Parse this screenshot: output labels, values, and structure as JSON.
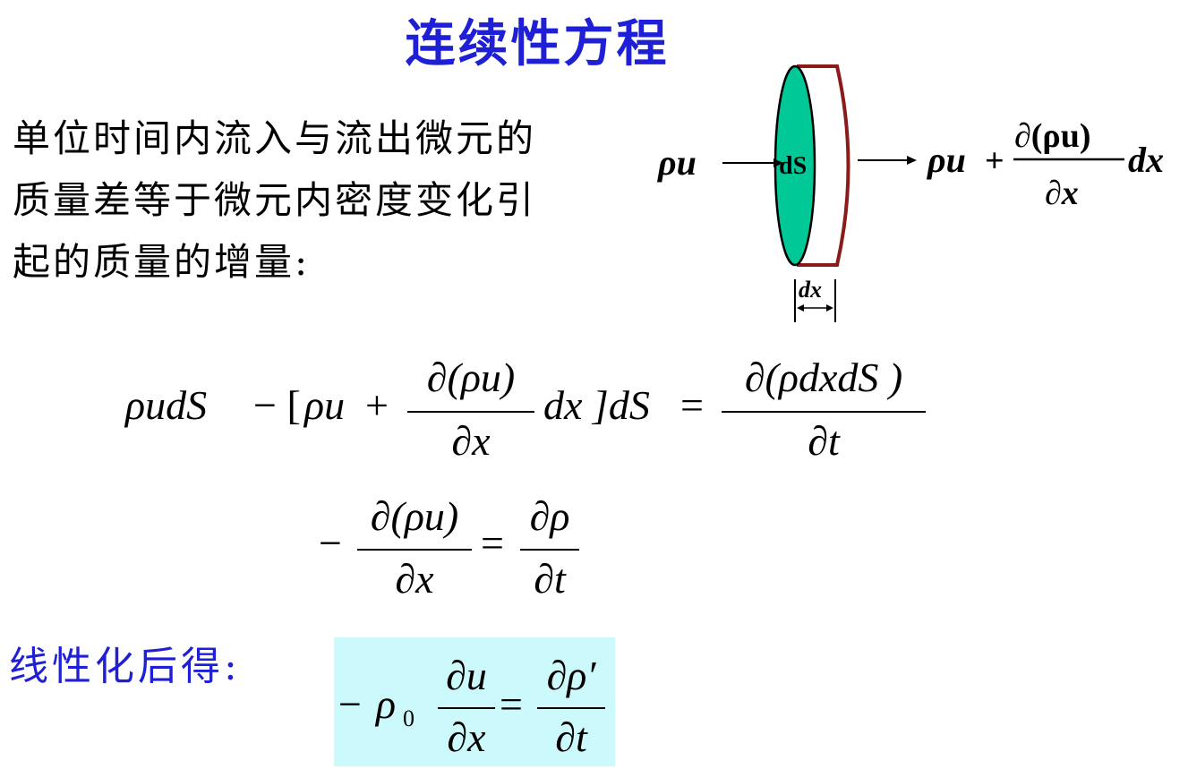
{
  "slide": {
    "title": "连续性方程",
    "description_lines": [
      "单位时间内流入与流出微元的",
      "质量差等于微元内密度变化引",
      "起的质量的增量:"
    ],
    "linearized_label": "线性化后得:"
  },
  "diagram": {
    "inflow_label": "ρu",
    "area_label": "dS",
    "outflow": {
      "prefix": "ρu",
      "plus": "+",
      "numerator": "∂(ρu)",
      "denominator": "∂x",
      "suffix": "dx"
    },
    "thickness_label": "dx",
    "colors": {
      "face_fill": "#00c896",
      "rim": "#8b1a1a"
    }
  },
  "equations": {
    "eq1": {
      "lhs_start": "ρudS",
      "minus_bracket": "− [",
      "rho_u": "ρu",
      "plus": "+",
      "frac_num": "∂(ρu)",
      "frac_den": "∂x",
      "dx_close": "dx ]dS",
      "equals": "=",
      "rhs_num": "∂(ρdxdS )",
      "rhs_den": "∂t"
    },
    "eq2": {
      "minus": "−",
      "lhs_num": "∂(ρu)",
      "lhs_den": "∂x",
      "equals": "=",
      "rhs_num": "∂ρ",
      "rhs_den": "∂t"
    },
    "eq3": {
      "minus": "−",
      "rho": "ρ",
      "sub": "0",
      "lhs_num": "∂u",
      "lhs_den": "∂x",
      "equals": "=",
      "rhs_num": "∂ρ′",
      "rhs_den": "∂t"
    }
  }
}
